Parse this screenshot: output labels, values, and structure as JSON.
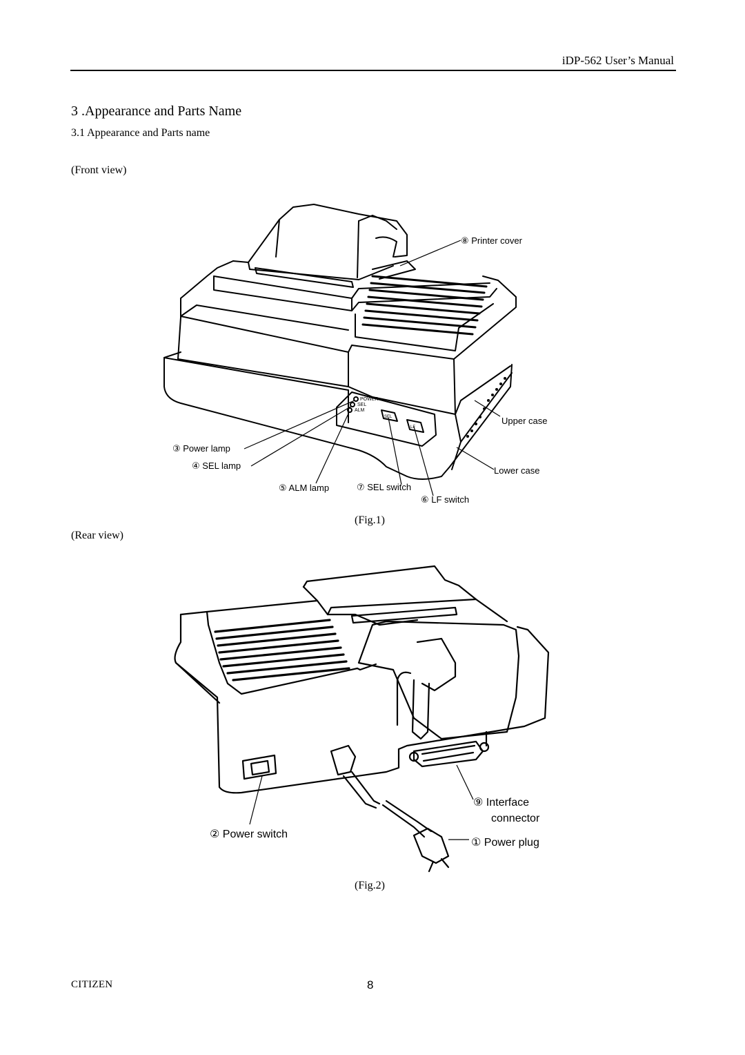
{
  "header": {
    "title": "iDP-562 User’s Manual"
  },
  "section": {
    "title": "3 .Appearance and Parts Name",
    "subtitle": "3.1 Appearance and Parts name"
  },
  "front_view": {
    "label": "(Front view)",
    "caption": "(Fig.1)",
    "callouts": {
      "printer_cover": "⑧ Printer cover",
      "upper_case": "Upper case",
      "lower_case": "Lower case",
      "power_lamp": "③ Power lamp",
      "sel_lamp": "④ SEL lamp",
      "alm_lamp": "⑤ ALM lamp",
      "sel_switch": "⑦ SEL switch",
      "lf_switch": "⑥ LF switch"
    },
    "panel_text": {
      "power": "POWER",
      "sel": "SEL",
      "alm": "ALM",
      "sel_key": "SEL",
      "lf_key": "LF"
    }
  },
  "rear_view": {
    "label": "(Rear view)",
    "caption": "(Fig.2)",
    "callouts": {
      "interface_connector_1": "⑨ Interface",
      "interface_connector_2": "connector",
      "power_switch": "② Power switch",
      "power_plug": "① Power plug"
    }
  },
  "footer": {
    "brand": "CITIZEN",
    "page": "8"
  }
}
